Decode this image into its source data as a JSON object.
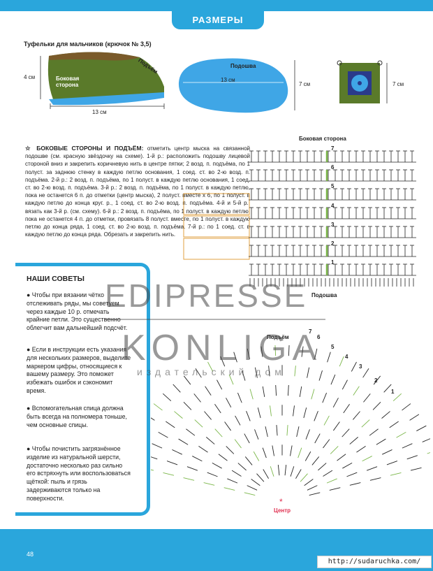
{
  "header": {
    "section_title": "РАЗМЕРЫ"
  },
  "figures": {
    "subtitle": "Туфельки для мальчиков (крючок № 3,5)",
    "shoe": {
      "height": "4 см",
      "length": "13 см",
      "side_label_1": "Боковая",
      "side_label_2": "сторона",
      "instep_label": "Подъём"
    },
    "sole": {
      "label": "Подошва",
      "length": "13 см",
      "height": "7 см"
    },
    "square": {
      "height": "7 см"
    },
    "diagram_side_title": "Боковая сторона",
    "diagram_sole_label": "Подошва",
    "diagram_instep_label": "Подъём",
    "diagram_center_label": "Центр",
    "row_numbers_side": [
      "7",
      "6",
      "5",
      "4",
      "3",
      "2",
      "1"
    ],
    "row_numbers_instep": [
      "7",
      "6",
      "5",
      "4",
      "3",
      "2",
      "1"
    ]
  },
  "instructions": {
    "heading": "☆ БОКОВЫЕ СТОРОНЫ И ПОДЪЁМ:",
    "text": "отметить центр мыска на связанной подошве (см. красную звёздочку на схеме). 1-й р.: расположить подошву лицевой стороной вниз и закрепить коричневую нить в центре пятки; 2 возд. п. подъёма, по 1 полуст. за заднюю стенку в каждую петлю основания, 1 соед. ст. во 2-ю возд. п. подъёма. 2-й р.: 2 возд. п. подъёма, по 1 полуст. в каждую петлю основания, 1 соед. ст. во 2-ю возд. п. подъёма. 3-й р.: 2 возд. п. подъёма, по 1 полуст. в каждую петлю, пока не останется 6 п. до отметки (центр мыска), 2 полуст. вместе x 6, по 1 полуст. в каждую петлю до конца круг. р., 1 соед. ст. во 2-ю возд. п. подъёма. 4-й и 5-й р.: вязать как 3-й р. (см. схему). 6-й р.: 2 возд. п. подъёма, по 1 полуст. в каждую петлю, пока не останется 4 п. до отметки, провязать 8 полуст. вместе, по 1 полуст. в каждую петлю до конца ряда, 1 соед. ст. во 2-ю возд. п. подъёма. 7-й р.: по 1 соед. ст. в каждую петлю до конца ряда. Обрезать и закрепить нить."
  },
  "advice": {
    "title": "НАШИ СОВЕТЫ",
    "tips": [
      "Чтобы при вязании чётко отслеживать ряды, мы советуем через каждые 10 р. отмечать крайние петли. Это существенно облегчит вам дальнейший подсчёт.",
      "Если в инструкции есть указания для нескольких размеров, выделите маркером цифры, относящиеся к вашему размеру. Это поможет избежать ошибок и сэкономит время.",
      "Вспомогательная спица должна быть всегда на полномера тоньше, чем основные спицы.",
      "Чтобы почистить загрязнённое изделие из натуральной шерсти, достаточно несколько раз сильно его встряхнуть или воспользоваться щёткой: пыль и грязь задерживаются только на поверхности."
    ]
  },
  "watermark": {
    "line1": "EDIPRESSE",
    "line2": "KONLIGA",
    "line3": "издательский дом"
  },
  "footer": {
    "page_number": "48",
    "url": "http://sudaruchka.com/"
  },
  "colors": {
    "accent": "#2aa6dc",
    "shoe_green": "#5a7a2a",
    "shoe_brown": "#7a5a2a",
    "sole_blue": "#3fa6e6",
    "chart_green": "#7ab648"
  }
}
